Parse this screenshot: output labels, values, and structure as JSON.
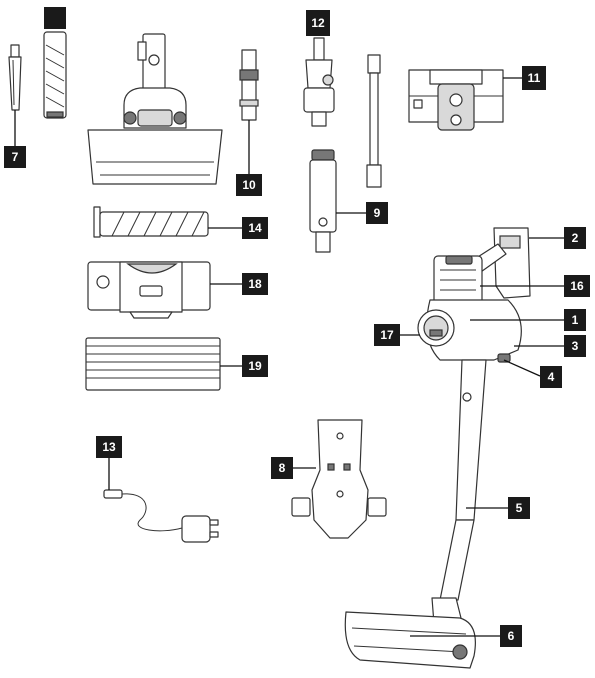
{
  "labels": [
    {
      "id": "tag-7",
      "text": "7"
    },
    {
      "id": "tag-12",
      "text": "12"
    },
    {
      "id": "tag-11",
      "text": "11"
    },
    {
      "id": "tag-10",
      "text": "10"
    },
    {
      "id": "tag-9",
      "text": "9"
    },
    {
      "id": "tag-14",
      "text": "14"
    },
    {
      "id": "tag-18",
      "text": "18"
    },
    {
      "id": "tag-19",
      "text": "19"
    },
    {
      "id": "tag-2",
      "text": "2"
    },
    {
      "id": "tag-16",
      "text": "16"
    },
    {
      "id": "tag-1",
      "text": "1"
    },
    {
      "id": "tag-17",
      "text": "17"
    },
    {
      "id": "tag-3",
      "text": "3"
    },
    {
      "id": "tag-4",
      "text": "4"
    },
    {
      "id": "tag-13",
      "text": "13"
    },
    {
      "id": "tag-8",
      "text": "8"
    },
    {
      "id": "tag-5",
      "text": "5"
    },
    {
      "id": "tag-6",
      "text": "6"
    },
    {
      "id": "tag-blank",
      "text": ""
    }
  ],
  "colors": {
    "line": "#333333",
    "tag": "#1a1a1a",
    "tag_text": "#ffffff",
    "accent_grey": "#d9d9d9"
  }
}
